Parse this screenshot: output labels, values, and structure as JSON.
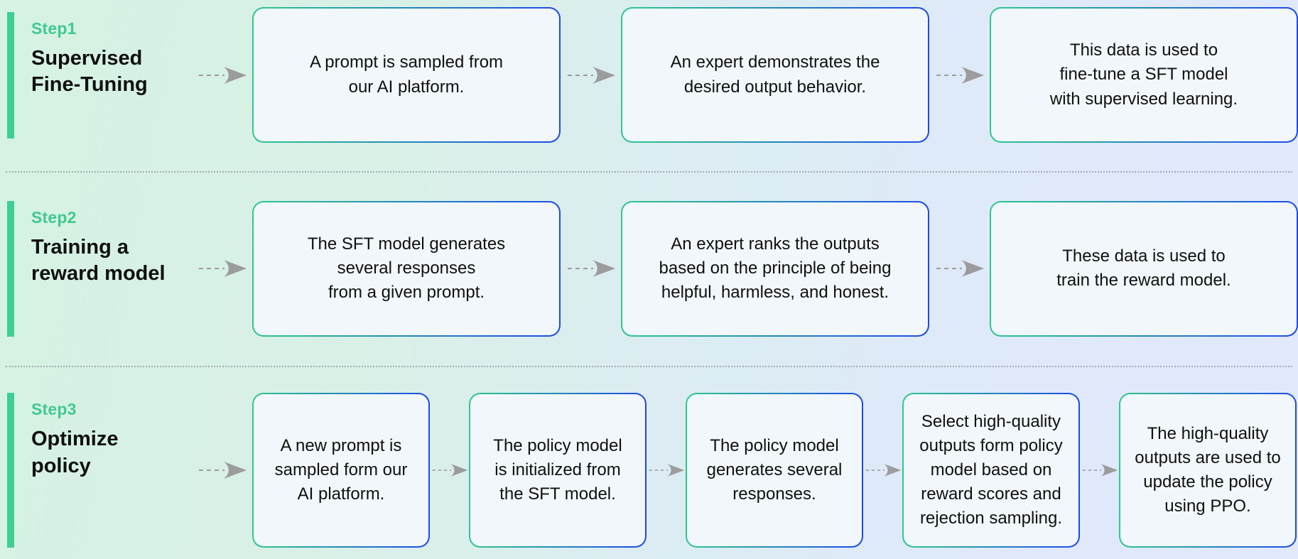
{
  "colors": {
    "accent_green": "#3ECF92",
    "step_text_green": "#41C98E",
    "border_green": "#2EC98C",
    "border_blue": "#1D4AE8",
    "box_fill": "#F1F7FA",
    "text_dark": "#101010",
    "arrow_gray": "#9C9C9C",
    "divider_gray": "#8F979E"
  },
  "rows": [
    {
      "step_label": "Step1",
      "title": "Supervised\nFine-Tuning",
      "boxes": [
        "A prompt is sampled from\nour AI platform.",
        "An expert demonstrates the\ndesired output behavior.",
        "This data is used to\nfine-tune a SFT model\nwith supervised learning."
      ]
    },
    {
      "step_label": "Step2",
      "title": "Training a\nreward model",
      "boxes": [
        "The SFT model generates\nseveral responses\nfrom a given prompt.",
        "An expert ranks the outputs\nbased on the principle of being\nhelpful, harmless, and honest.",
        "These data is used to\ntrain the reward model."
      ]
    },
    {
      "step_label": "Step3",
      "title": "Optimize\npolicy",
      "boxes": [
        "A new prompt is\nsampled form our\nAI platform.",
        "The policy model\nis initialized from\nthe SFT model.",
        "The policy model\ngenerates several\nresponses.",
        "Select high-quality\noutputs form policy\nmodel based on\nreward scores and\nrejection sampling.",
        "The high-quality\noutputs are used to\nupdate the policy\nusing PPO."
      ]
    }
  ]
}
